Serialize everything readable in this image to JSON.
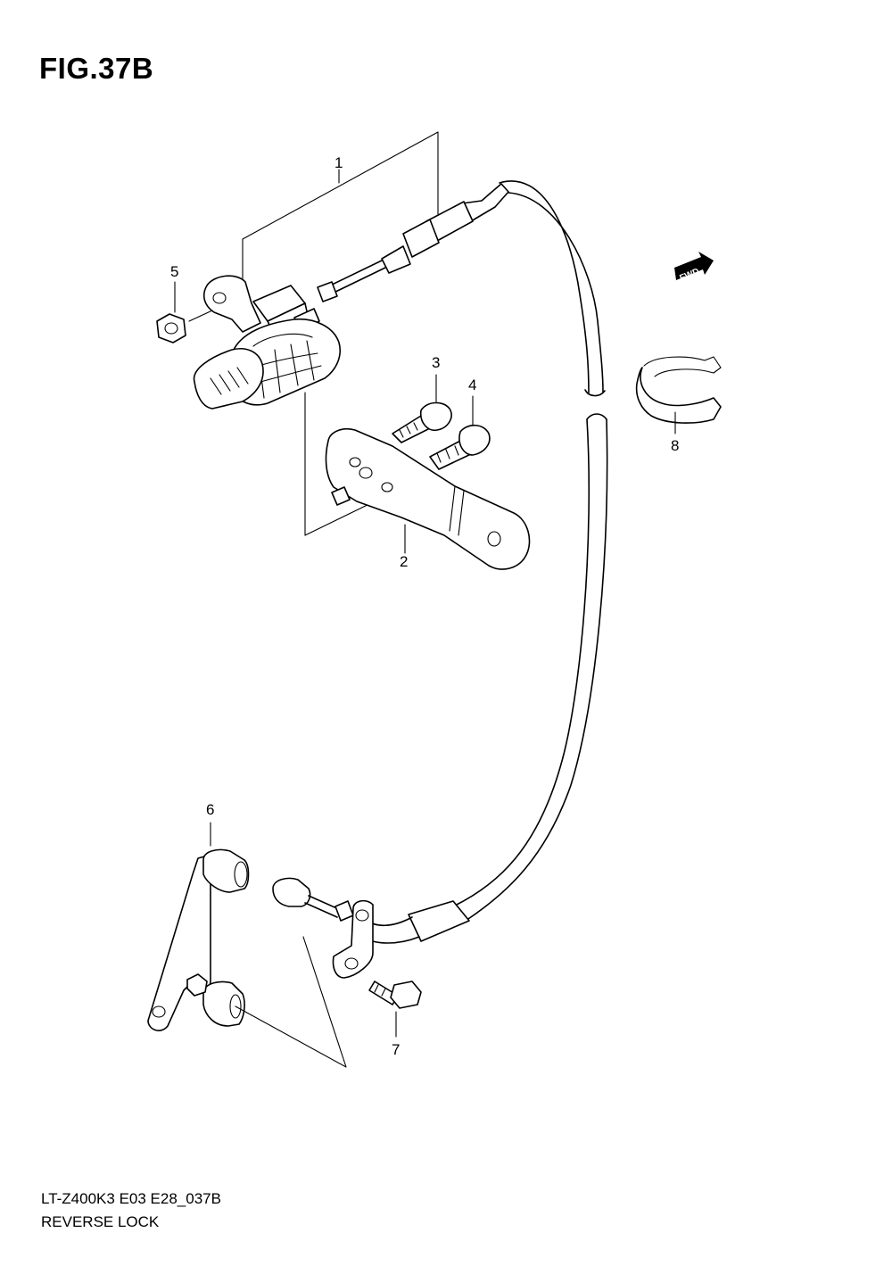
{
  "figure": {
    "title": "FIG.37B"
  },
  "callouts": [
    "1",
    "2",
    "3",
    "4",
    "5",
    "6",
    "7",
    "8"
  ],
  "direction_marker": {
    "text": "FWD",
    "icon": "forward-arrow-icon"
  },
  "footer": {
    "model_code": "LT-Z400K3 E03 E28_037B",
    "caption": "REVERSE LOCK"
  }
}
